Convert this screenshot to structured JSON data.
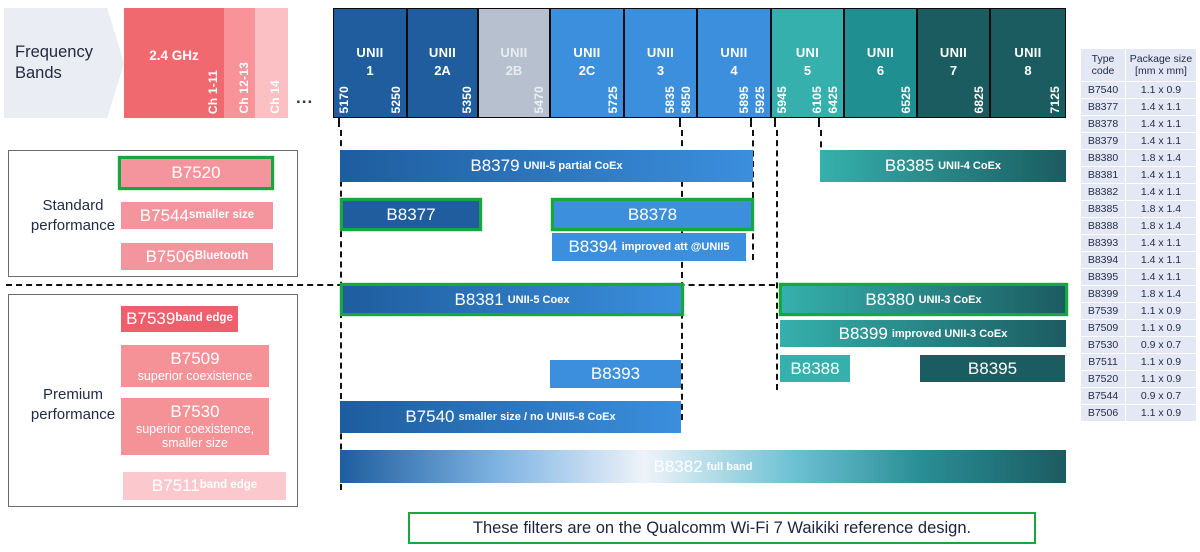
{
  "header": {
    "frequency_label": "Frequency\nBands",
    "ellipsis": "...",
    "band_24": {
      "title": "2.4 GHz",
      "sub_bands": [
        {
          "label": "Ch 1-11",
          "color": "#f0696f"
        },
        {
          "label": "Ch 12-13",
          "color": "#f79399"
        },
        {
          "label": "Ch 14",
          "color": "#fbc0c3"
        }
      ]
    },
    "unii_bands": [
      {
        "name": "UNII",
        "num": "1",
        "color": "#1f5d9e",
        "left_freq": "5170",
        "right_freq": "5250",
        "right_freq2": ""
      },
      {
        "name": "UNII",
        "num": "2A",
        "color": "#1f5d9e",
        "left_freq": "",
        "right_freq": "5350",
        "right_freq2": ""
      },
      {
        "name": "UNII",
        "num": "2B",
        "color": "#b7c0cf",
        "left_freq": "",
        "right_freq": "5470",
        "right_freq2": ""
      },
      {
        "name": "UNII",
        "num": "2C",
        "color": "#3b8fdd",
        "left_freq": "",
        "right_freq": "5725",
        "right_freq2": ""
      },
      {
        "name": "UNII",
        "num": "3",
        "color": "#3b8fdd",
        "left_freq": "",
        "right_freq": "5850",
        "right_freq2": "5835"
      },
      {
        "name": "UNII",
        "num": "4",
        "color": "#3b8fdd",
        "left_freq": "",
        "right_freq": "5925",
        "right_freq2": "5895"
      },
      {
        "name": "UNI",
        "num": "5",
        "color": "#35b0ac",
        "left_freq": "5945",
        "right_freq": "6425",
        "right_freq2": "6105"
      },
      {
        "name": "UNII",
        "num": "6",
        "color": "#1f8f92",
        "left_freq": "",
        "right_freq": "6525",
        "right_freq2": ""
      },
      {
        "name": "UNII",
        "num": "7",
        "color": "#1b5c61",
        "left_freq": "",
        "right_freq": "6825",
        "right_freq2": ""
      },
      {
        "name": "UNII",
        "num": "8",
        "color": "#1b5c61",
        "left_freq": "",
        "right_freq": "7125",
        "right_freq2": ""
      }
    ]
  },
  "tiers": [
    {
      "id": "standard",
      "label": "Standard\nperformance",
      "parts": [
        {
          "code": "B7520",
          "note": "",
          "color": "#f4949c",
          "highlight": true
        },
        {
          "code": "B7544",
          "note": "smaller size",
          "color": "#f4949c",
          "highlight": false
        },
        {
          "code": "B7506",
          "note": "Bluetooth",
          "color": "#f4949c",
          "highlight": false
        }
      ]
    },
    {
      "id": "premium",
      "label": "Premium\nperformance",
      "parts": [
        {
          "code": "B7539",
          "note": "band edge",
          "color": "#ef5f6b",
          "highlight": false
        },
        {
          "code": "B7509",
          "note": "superior coexistence",
          "color": "#f49298",
          "highlight": false
        },
        {
          "code": "B7530",
          "note": "superior coexistence,\nsmaller size",
          "color": "#f49298",
          "highlight": false
        },
        {
          "code": "B7511",
          "note": "band edge",
          "color": "#fbc9cd",
          "highlight": false
        }
      ]
    }
  ],
  "filters": [
    {
      "code": "B8379",
      "note": "UNII-5 partial CoEx",
      "highlight": false
    },
    {
      "code": "B8385",
      "note": "UNII-4 CoEx",
      "highlight": false
    },
    {
      "code": "B8377",
      "note": "",
      "highlight": true
    },
    {
      "code": "B8378",
      "note": "",
      "highlight": true
    },
    {
      "code": "B8394",
      "note": "improved att @UNII5",
      "highlight": false
    },
    {
      "code": "B8381",
      "note": "UNII-5 Coex",
      "highlight": true
    },
    {
      "code": "B8380",
      "note": "UNII-3 CoEx",
      "highlight": true
    },
    {
      "code": "B8399",
      "note": "improved UNII-3 CoEx",
      "highlight": false
    },
    {
      "code": "B8393",
      "note": "",
      "highlight": false
    },
    {
      "code": "B8388",
      "note": "",
      "highlight": false
    },
    {
      "code": "B8395",
      "note": "",
      "highlight": false
    },
    {
      "code": "B7540",
      "note": "smaller size / no UNII5-8 CoEx",
      "highlight": false
    },
    {
      "code": "B8382",
      "note": "full band",
      "highlight": false
    }
  ],
  "table": {
    "headers": [
      "Type\ncode",
      "Package size\n[mm x mm]"
    ],
    "header_code": "Type code",
    "header_size": "Package size [mm x mm]",
    "rows": [
      [
        "B7540",
        "1.1 x 0.9"
      ],
      [
        "B8377",
        "1.4 x 1.1"
      ],
      [
        "B8378",
        "1.4 x 1.1"
      ],
      [
        "B8379",
        "1.4 x 1.1"
      ],
      [
        "B8380",
        "1.8 x 1.4"
      ],
      [
        "B8381",
        "1.4 x 1.1"
      ],
      [
        "B8382",
        "1.4 x 1.1"
      ],
      [
        "B8385",
        "1.8 x 1.4"
      ],
      [
        "B8388",
        "1.8 x 1.4"
      ],
      [
        "B8393",
        "1.4 x 1.1"
      ],
      [
        "B8394",
        "1.4 x 1.1"
      ],
      [
        "B8395",
        "1.4 x 1.1"
      ],
      [
        "B8399",
        "1.8 x 1.4"
      ],
      [
        "B7539",
        "1.1 x 0.9"
      ],
      [
        "B7509",
        "1.1 x 0.9"
      ],
      [
        "B7530",
        "0.9 x 0.7"
      ],
      [
        "B7511",
        "1.1 x 0.9"
      ],
      [
        "B7520",
        "1.1 x 0.9"
      ],
      [
        "B7544",
        "0.9 x 0.7"
      ],
      [
        "B7506",
        "1.1 x 0.9"
      ]
    ]
  },
  "caption": "These filters are on the Qualcomm Wi-Fi 7 Waikiki reference design.",
  "colors": {
    "highlight_green": "#16a83c",
    "band_blue_dark": "#1f5d9e",
    "band_blue_light": "#3b8fdd",
    "band_teal": "#35b0ac",
    "band_teal_dark": "#1b5c61",
    "pink": "#f4949c",
    "table_fill": "#e4e7f4"
  }
}
